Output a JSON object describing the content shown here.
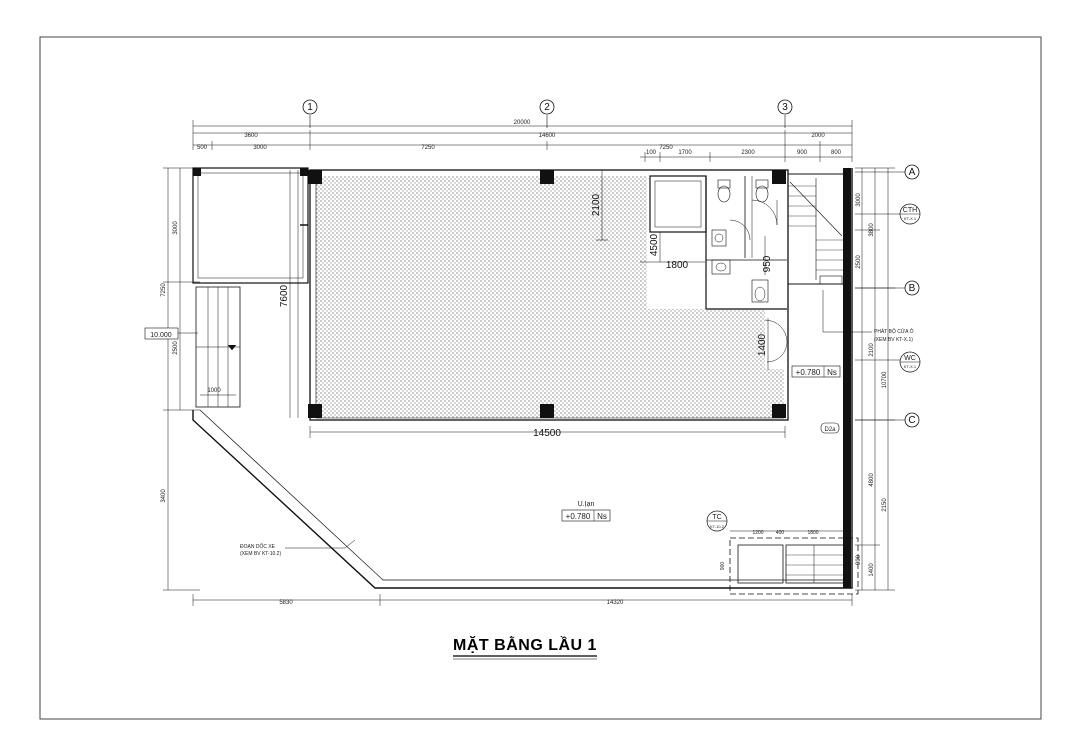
{
  "drawing": {
    "title": "MẶT BẰNG LẦU 1",
    "grid_cols": [
      "1",
      "2",
      "3"
    ],
    "grid_rows": [
      "A",
      "B",
      "C"
    ],
    "top_dims_row1": [
      "20000"
    ],
    "top_dims_row2": [
      "3600",
      "14600",
      "2000"
    ],
    "top_dims_row3": [
      "500",
      "3000",
      "7250",
      "7250",
      "900",
      "800"
    ],
    "top_dims_row4": [
      "100",
      "1700",
      "2300"
    ],
    "bottom_dims": [
      "5830",
      "14320"
    ],
    "inner_dims": {
      "span": "14500",
      "d2100": "2100",
      "d4500": "4500",
      "d1800": "1800",
      "d950": "950",
      "d1400": "1400",
      "d7600": "7600",
      "d1000": "1000"
    },
    "left_dims": [
      "3000",
      "7250",
      "2500",
      "3400"
    ],
    "right_dims": [
      "3000",
      "3800",
      "10700",
      "4800",
      "2150",
      "2500",
      "900",
      "2100",
      "1400"
    ],
    "tc_dims": [
      "1200",
      "400",
      "1800",
      "900"
    ],
    "levels": {
      "left_level": "10.000",
      "room_level": "+0.780",
      "room_tag": "Ns",
      "yard_level": "+0.780",
      "yard_tag": "Ns"
    },
    "yard_label": "Ụ.Ịạn",
    "tags": {
      "cth": "CTH",
      "cth_ref": "KT-X.1",
      "wc": "WC",
      "wc_ref": "KT-X.1",
      "tc": "TC",
      "tc_ref": "KT-10.2",
      "d2a": "D2a"
    },
    "notes": {
      "stair_note": "PHÁT BỘ CỬA Ô",
      "stair_note_ref": "(XEM BV KT-X.1)",
      "ramp_note": "ĐOẠN DỐC XE",
      "ramp_note_ref": "(XEM BV KT-10.2)"
    },
    "colors": {
      "line": "#111111",
      "hatch": "#8a8a8a",
      "column": "#111111",
      "sheet_border": "#444444"
    }
  }
}
